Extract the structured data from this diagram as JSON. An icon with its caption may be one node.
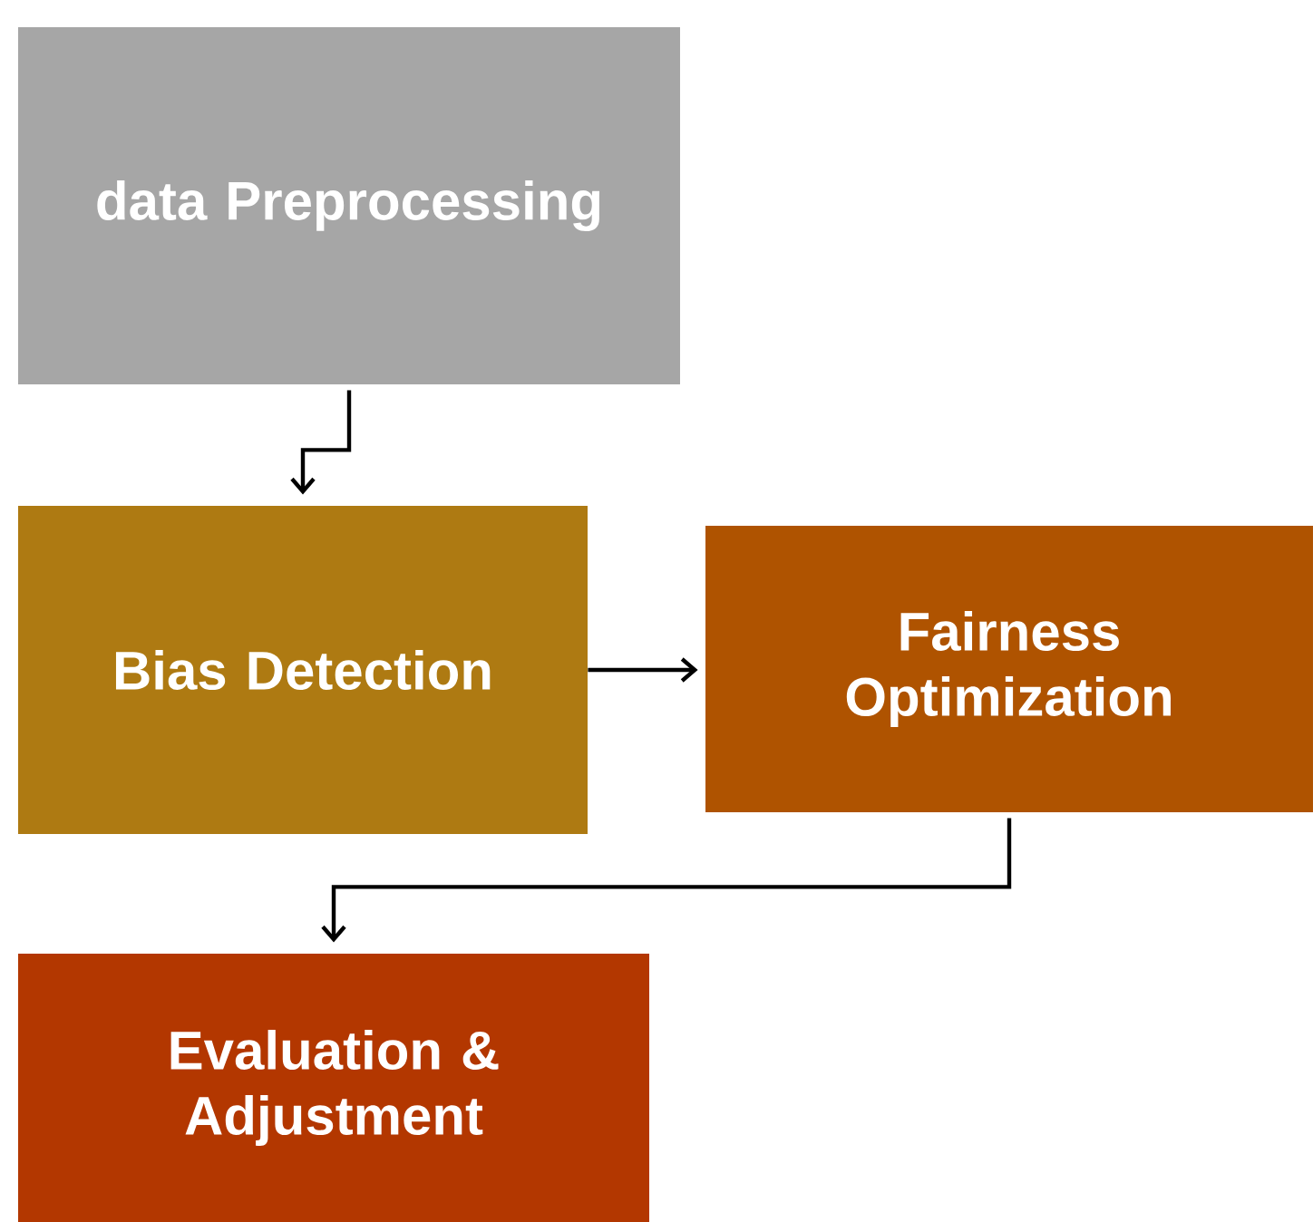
{
  "diagram": {
    "nodes": [
      {
        "text": [
          "data Preprocessing"
        ]
      },
      {
        "text": [
          "Bias Detection"
        ]
      },
      {
        "text": [
          "Fairness Optimization"
        ]
      },
      {
        "text": [
          "Evaluation & Adjustment"
        ]
      }
    ],
    "edges": [
      {
        "from": 0,
        "to": 1,
        "arrow": "to"
      },
      {
        "from": 1,
        "to": 2,
        "arrow": "to"
      },
      {
        "from": 2,
        "to": 3,
        "arrow": "to"
      }
    ]
  }
}
